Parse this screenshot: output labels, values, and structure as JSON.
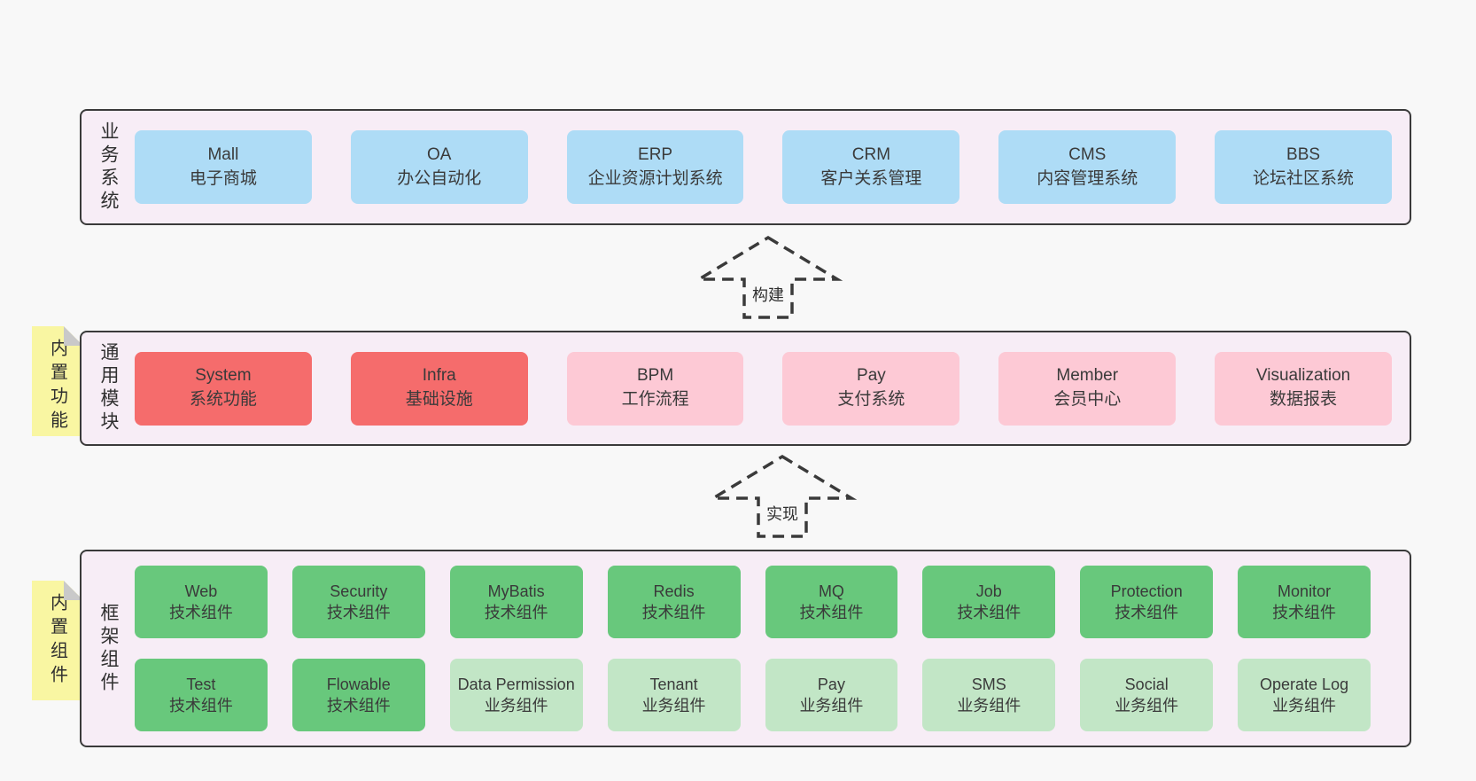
{
  "colors": {
    "page_bg": "#f8f8f8",
    "panel_bg": "#f7edf6",
    "panel_border": "#3a3a3a",
    "blue": "#aedcf6",
    "red": "#f56c6c",
    "pink": "#fdc9d5",
    "green": "#68c87c",
    "light_green": "#c2e6c6",
    "tag_yellow": "#f9f6a2",
    "fold_gray": "#c9c9c9",
    "text": "#3a3a3a"
  },
  "arrows": [
    {
      "label": "构建"
    },
    {
      "label": "实现"
    }
  ],
  "layers": [
    {
      "label": "业务系统",
      "boxes": [
        {
          "title": "Mall",
          "subtitle": "电子商城"
        },
        {
          "title": "OA",
          "subtitle": "办公自动化"
        },
        {
          "title": "ERP",
          "subtitle": "企业资源计划系统"
        },
        {
          "title": "CRM",
          "subtitle": "客户关系管理"
        },
        {
          "title": "CMS",
          "subtitle": "内容管理系统"
        },
        {
          "title": "BBS",
          "subtitle": "论坛社区系统"
        }
      ]
    },
    {
      "label": "通用模块",
      "tag": "内置功能",
      "boxes": [
        {
          "title": "System",
          "subtitle": "系统功能"
        },
        {
          "title": "Infra",
          "subtitle": "基础设施"
        },
        {
          "title": "BPM",
          "subtitle": "工作流程"
        },
        {
          "title": "Pay",
          "subtitle": "支付系统"
        },
        {
          "title": "Member",
          "subtitle": "会员中心"
        },
        {
          "title": "Visualization",
          "subtitle": "数据报表"
        }
      ]
    },
    {
      "label": "框架组件",
      "tag": "内置组件",
      "rows": [
        [
          {
            "title": "Web",
            "subtitle": "技术组件"
          },
          {
            "title": "Security",
            "subtitle": "技术组件"
          },
          {
            "title": "MyBatis",
            "subtitle": "技术组件"
          },
          {
            "title": "Redis",
            "subtitle": "技术组件"
          },
          {
            "title": "MQ",
            "subtitle": "技术组件"
          },
          {
            "title": "Job",
            "subtitle": "技术组件"
          },
          {
            "title": "Protection",
            "subtitle": "技术组件"
          },
          {
            "title": "Monitor",
            "subtitle": "技术组件"
          }
        ],
        [
          {
            "title": "Test",
            "subtitle": "技术组件"
          },
          {
            "title": "Flowable",
            "subtitle": "技术组件"
          },
          {
            "title": "Data Permission",
            "subtitle": "业务组件"
          },
          {
            "title": "Tenant",
            "subtitle": "业务组件"
          },
          {
            "title": "Pay",
            "subtitle": "业务组件"
          },
          {
            "title": "SMS",
            "subtitle": "业务组件"
          },
          {
            "title": "Social",
            "subtitle": "业务组件"
          },
          {
            "title": "Operate Log",
            "subtitle": "业务组件"
          }
        ]
      ]
    }
  ]
}
